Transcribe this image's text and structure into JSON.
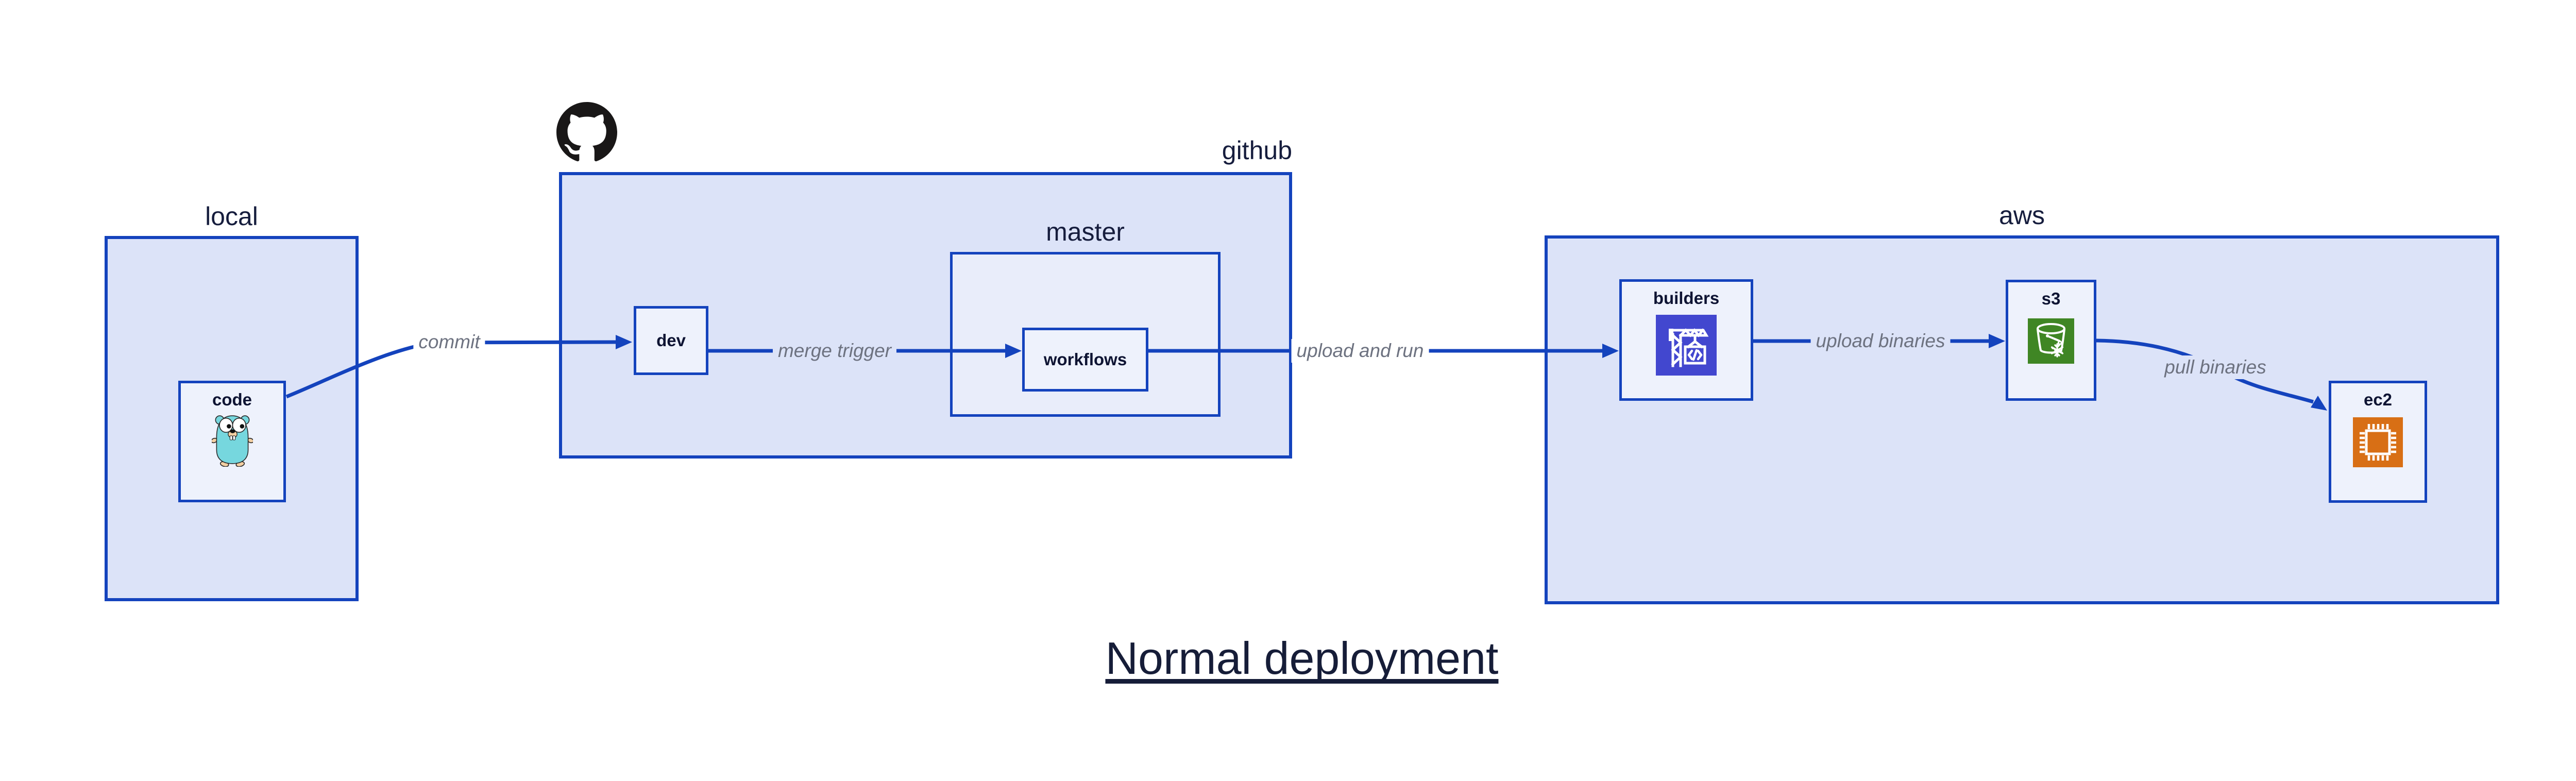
{
  "title": {
    "text": "Normal deployment"
  },
  "zones": {
    "local": {
      "label": "local"
    },
    "github": {
      "label": "github"
    },
    "master": {
      "label": "master"
    },
    "aws": {
      "label": "aws"
    }
  },
  "nodes": {
    "code": {
      "label": "code",
      "icon": "go-gopher-icon"
    },
    "dev": {
      "label": "dev"
    },
    "workflows": {
      "label": "workflows"
    },
    "builders": {
      "label": "builders",
      "icon": "codebuild-crane-icon"
    },
    "s3": {
      "label": "s3",
      "icon": "s3-bucket-icon"
    },
    "ec2": {
      "label": "ec2",
      "icon": "ec2-chip-icon"
    }
  },
  "edges": {
    "commit": {
      "label": "commit",
      "from": "code",
      "to": "dev"
    },
    "merge_trigger": {
      "label": "merge trigger",
      "from": "dev",
      "to": "workflows"
    },
    "upload_and_run": {
      "label": "upload and run",
      "from": "workflows",
      "to": "builders"
    },
    "upload_binaries": {
      "label": "upload binaries",
      "from": "builders",
      "to": "s3"
    },
    "pull_binaries": {
      "label": "pull binaries",
      "from": "s3",
      "to": "ec2"
    }
  },
  "icons": {
    "github_logo": "github-octocat-icon",
    "code": "go-gopher-icon",
    "builders": "codebuild-crane-icon",
    "s3": "s3-bucket-icon",
    "ec2": "ec2-chip-icon"
  },
  "colors": {
    "border_blue": "#1443bd",
    "zone_fill": "#dce3f8",
    "master_fill": "#e9edfa",
    "node_fill": "#eef2fc",
    "label_navy": "#161d3d",
    "node_label_navy": "#0e1433",
    "edge_label_gray": "#6d7280",
    "github_black": "#191717",
    "codebuild_indigo": "#4247cf",
    "s3_green": "#3f8624",
    "ec2_orange": "#d86f15",
    "gopher_teal": "#76d7de",
    "gopher_tan": "#f3cfa2"
  }
}
